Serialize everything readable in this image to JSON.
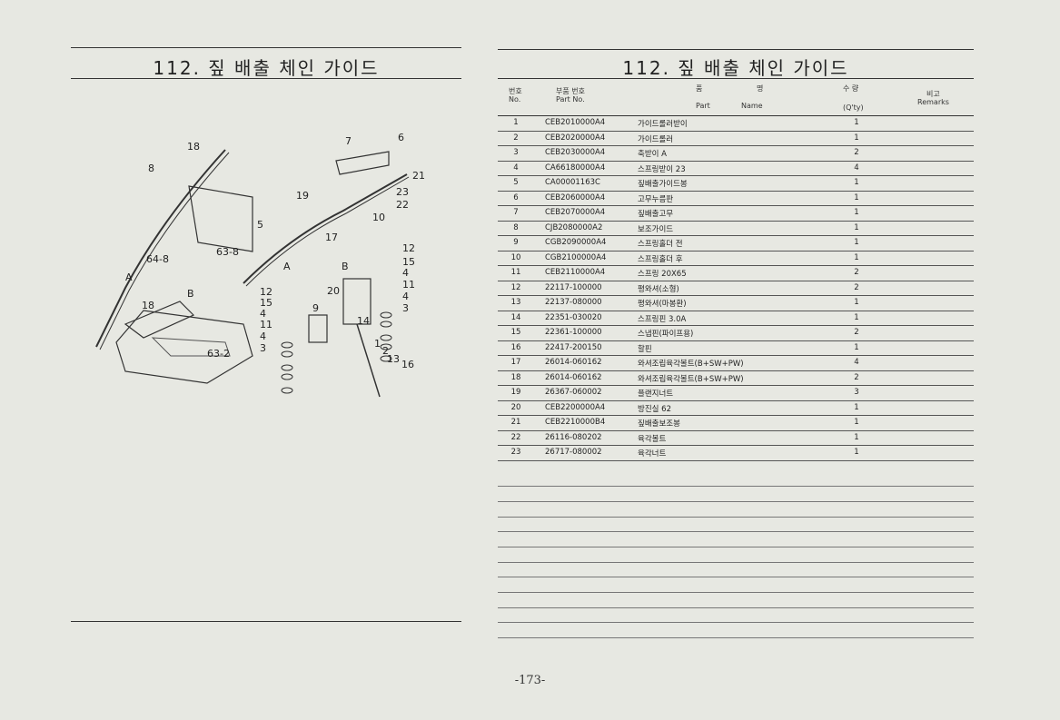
{
  "left": {
    "title": "112. 짚 배출 체인 가이드"
  },
  "right": {
    "title": "112. 짚 배출 체인 가이드"
  },
  "table": {
    "headers": {
      "no_kr": "번호",
      "no_en": "No.",
      "part_kr": "부품 번호",
      "part_en": "Part  No.",
      "name_kr1": "품",
      "name_kr2": "명",
      "name_en1": "Part",
      "name_en2": "Name",
      "qty_kr": "수 량",
      "qty_en": "(Q'ty)",
      "remarks_kr": "비고",
      "remarks_en": "Remarks"
    },
    "rows": [
      {
        "no": "1",
        "part": "CEB2010000A4",
        "name": "가이드롤러받이",
        "qty": "1"
      },
      {
        "no": "2",
        "part": "CEB2020000A4",
        "name": "가이드롤러",
        "qty": "1"
      },
      {
        "no": "3",
        "part": "CEB2030000A4",
        "name": "축받이 A",
        "qty": "2"
      },
      {
        "no": "4",
        "part": "CA66180000A4",
        "name": "스프링받이 23",
        "qty": "4"
      },
      {
        "no": "5",
        "part": "CA00001163C",
        "name": "짚배출가이드봉",
        "qty": "1"
      },
      {
        "no": "6",
        "part": "CEB2060000A4",
        "name": "고무누름판",
        "qty": "1"
      },
      {
        "no": "7",
        "part": "CEB2070000A4",
        "name": "짚배출고무",
        "qty": "1"
      },
      {
        "no": "8",
        "part": "CJB2080000A2",
        "name": "보조가이드",
        "qty": "1"
      },
      {
        "no": "9",
        "part": "CGB2090000A4",
        "name": "스프링홀더 전",
        "qty": "1"
      },
      {
        "no": "10",
        "part": "CGB2100000A4",
        "name": "스프링홀더 후",
        "qty": "1"
      },
      {
        "no": "11",
        "part": "CEB2110000A4",
        "name": "스프링 20X65",
        "qty": "2"
      },
      {
        "no": "12",
        "part": "22117-100000",
        "name": "평와셔(소형)",
        "qty": "2"
      },
      {
        "no": "13",
        "part": "22137-080000",
        "name": "평와셔(마봉환)",
        "qty": "1"
      },
      {
        "no": "14",
        "part": "22351-030020",
        "name": "스프링핀 3.0A",
        "qty": "1"
      },
      {
        "no": "15",
        "part": "22361-100000",
        "name": "스냅핀(파이프용)",
        "qty": "2"
      },
      {
        "no": "16",
        "part": "22417-200150",
        "name": "할핀",
        "qty": "1"
      },
      {
        "no": "17",
        "part": "26014-060162",
        "name": "와셔조립육각볼트(B+SW+PW)",
        "qty": "4"
      },
      {
        "no": "18",
        "part": "26014-060162",
        "name": "와셔조립육각볼트(B+SW+PW)",
        "qty": "2"
      },
      {
        "no": "19",
        "part": "26367-060002",
        "name": "플랜지너트",
        "qty": "3"
      },
      {
        "no": "20",
        "part": "CEB2200000A4",
        "name": "방진실 62",
        "qty": "1"
      },
      {
        "no": "21",
        "part": "CEB2210000B4",
        "name": "짚배출보조봉",
        "qty": "1"
      },
      {
        "no": "22",
        "part": "26116-080202",
        "name": "육각볼트",
        "qty": "1"
      },
      {
        "no": "23",
        "part": "26717-080002",
        "name": "육각너트",
        "qty": "1"
      }
    ]
  },
  "diagram": {
    "callouts": [
      "18",
      "8",
      "7",
      "6",
      "21",
      "23",
      "22",
      "19",
      "10",
      "5",
      "17",
      "63-8",
      "64-8",
      "12",
      "15",
      "4",
      "11",
      "4",
      "3",
      "A",
      "B",
      "A",
      "B",
      "20",
      "9",
      "18",
      "12",
      "15",
      "4",
      "11",
      "4",
      "3",
      "14",
      "1",
      "2",
      "13",
      "16",
      "63-2"
    ]
  },
  "page_number": "-173-"
}
